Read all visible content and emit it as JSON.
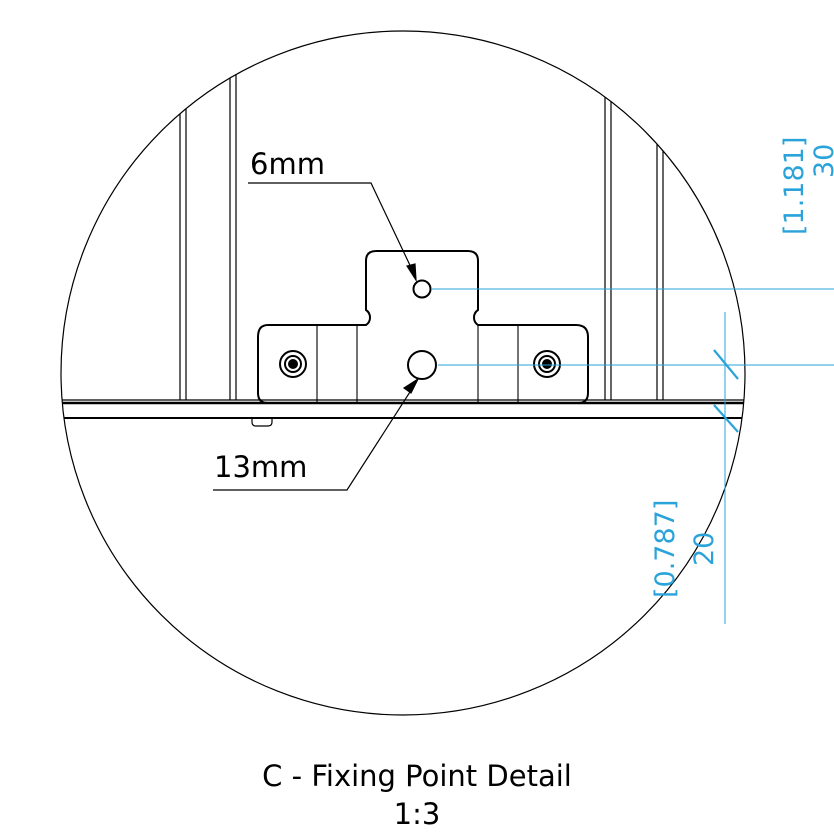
{
  "callouts": {
    "small_hole": "6mm",
    "large_hole": "13mm"
  },
  "dimensions": {
    "upper": {
      "imperial": "[1.181]",
      "metric": "30"
    },
    "lower": {
      "imperial": "[0.787]",
      "metric": "20"
    }
  },
  "caption": {
    "title": "C - Fixing Point Detail",
    "scale": "1:3"
  },
  "colors": {
    "line": "#000000",
    "dimension": "#29a3da",
    "background": "#ffffff"
  }
}
